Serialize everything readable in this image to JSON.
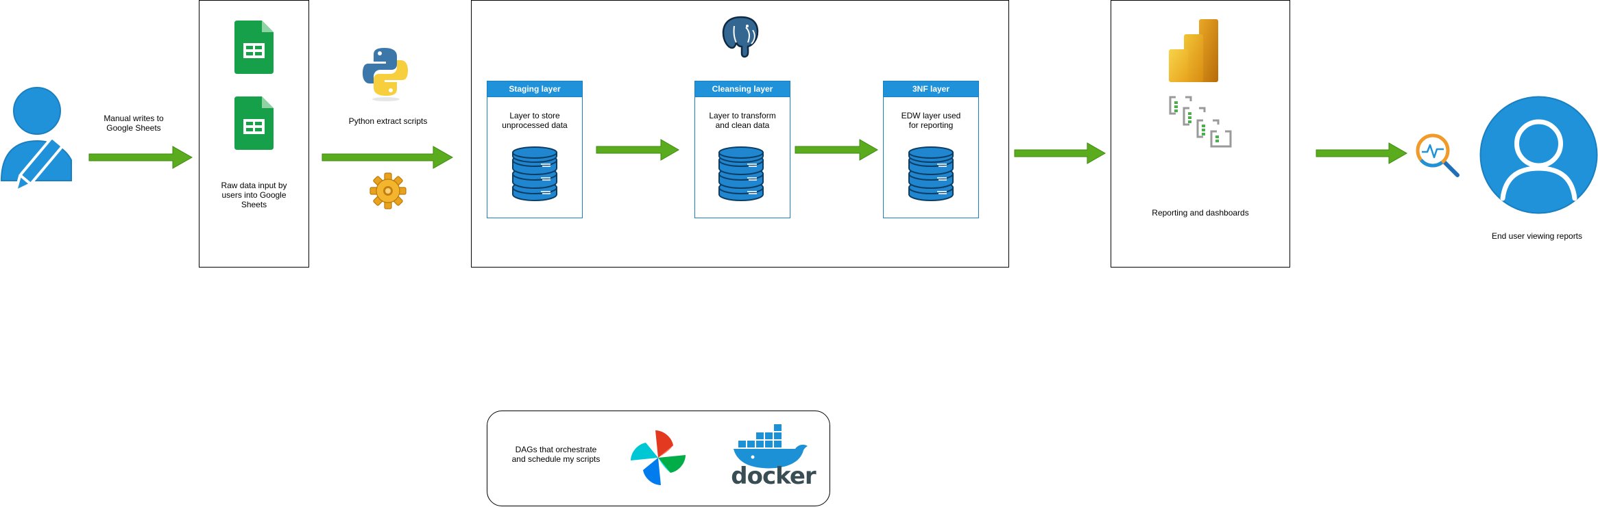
{
  "labels": {
    "manual_writes": "Manual writes to\nGoogle Sheets",
    "raw_data_input": "Raw data input by\nusers into Google\nSheets",
    "python_extract": "Python extract scripts",
    "reporting": "Reporting and dashboards",
    "end_user": "End user viewing reports",
    "dags": "DAGs that orchestrate\nand schedule my scripts",
    "docker_wordmark": "docker"
  },
  "layers": {
    "staging": {
      "title": "Staging layer",
      "description": "Layer to store\nunprocessed data"
    },
    "cleansing": {
      "title": "Cleansing layer",
      "description": "Layer to transform\nand clean data"
    },
    "third_nf": {
      "title": "3NF layer",
      "description": "EDW layer used\nfor reporting"
    }
  },
  "colors": {
    "arrow": "#5aab1e",
    "person": "#1f92d9",
    "layer_header": "#1f92d9",
    "sheets": "#16a04a",
    "database": "#1f86cf"
  },
  "icons": [
    "user-edit-icon",
    "google-sheets-icon",
    "python-icon",
    "gear-icon",
    "postgresql-icon",
    "database-icon",
    "power-bi-icon",
    "data-model-icon",
    "monitor-search-icon",
    "user-avatar-icon",
    "airflow-icon",
    "docker-icon"
  ]
}
